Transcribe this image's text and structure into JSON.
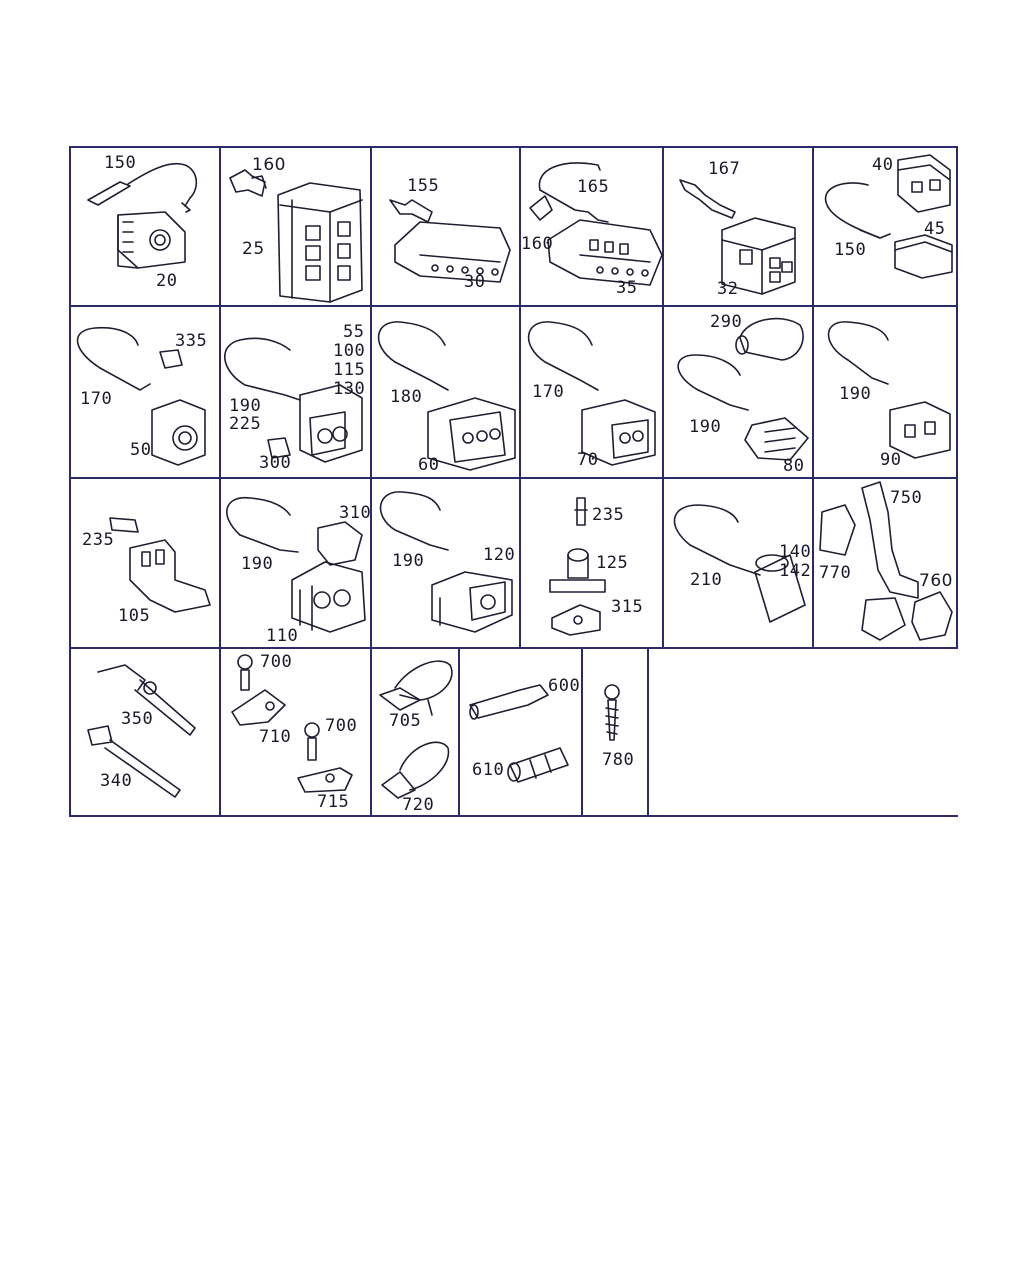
{
  "diagram": {
    "line_color": "#2b2b6b",
    "cells": [
      {
        "id": "r1c1",
        "labels": [
          "150",
          "20"
        ]
      },
      {
        "id": "r1c2",
        "labels": [
          "160",
          "25"
        ]
      },
      {
        "id": "r1c3",
        "labels": [
          "155",
          "30"
        ]
      },
      {
        "id": "r1c4",
        "labels": [
          "165",
          "160",
          "35"
        ]
      },
      {
        "id": "r1c5",
        "labels": [
          "167",
          "32"
        ]
      },
      {
        "id": "r1c6",
        "labels": [
          "40",
          "45",
          "150"
        ]
      },
      {
        "id": "r2c1",
        "labels": [
          "335",
          "170",
          "50"
        ]
      },
      {
        "id": "r2c2",
        "labels": [
          "55",
          "100",
          "115",
          "130",
          "190",
          "225",
          "300"
        ]
      },
      {
        "id": "r2c3",
        "labels": [
          "180",
          "60"
        ]
      },
      {
        "id": "r2c4",
        "labels": [
          "170",
          "70"
        ]
      },
      {
        "id": "r2c5",
        "labels": [
          "290",
          "190",
          "80"
        ]
      },
      {
        "id": "r2c6",
        "labels": [
          "190",
          "90"
        ]
      },
      {
        "id": "r3c1",
        "labels": [
          "235",
          "105"
        ]
      },
      {
        "id": "r3c2",
        "labels": [
          "310",
          "190",
          "110"
        ]
      },
      {
        "id": "r3c3",
        "labels": [
          "190",
          "120"
        ]
      },
      {
        "id": "r3c4",
        "labels": [
          "235",
          "125",
          "315"
        ]
      },
      {
        "id": "r3c5",
        "labels": [
          "140",
          "142",
          "210"
        ]
      },
      {
        "id": "r3c6",
        "labels": [
          "750",
          "770",
          "760"
        ]
      },
      {
        "id": "r4c1",
        "labels": [
          "350",
          "340"
        ]
      },
      {
        "id": "r4c2",
        "labels": [
          "700",
          "700",
          "710",
          "715"
        ]
      },
      {
        "id": "r4c3",
        "labels": [
          "705",
          "720"
        ]
      },
      {
        "id": "r4c4",
        "labels": [
          "600",
          "610"
        ]
      },
      {
        "id": "r4c5",
        "labels": [
          "780"
        ]
      }
    ]
  }
}
